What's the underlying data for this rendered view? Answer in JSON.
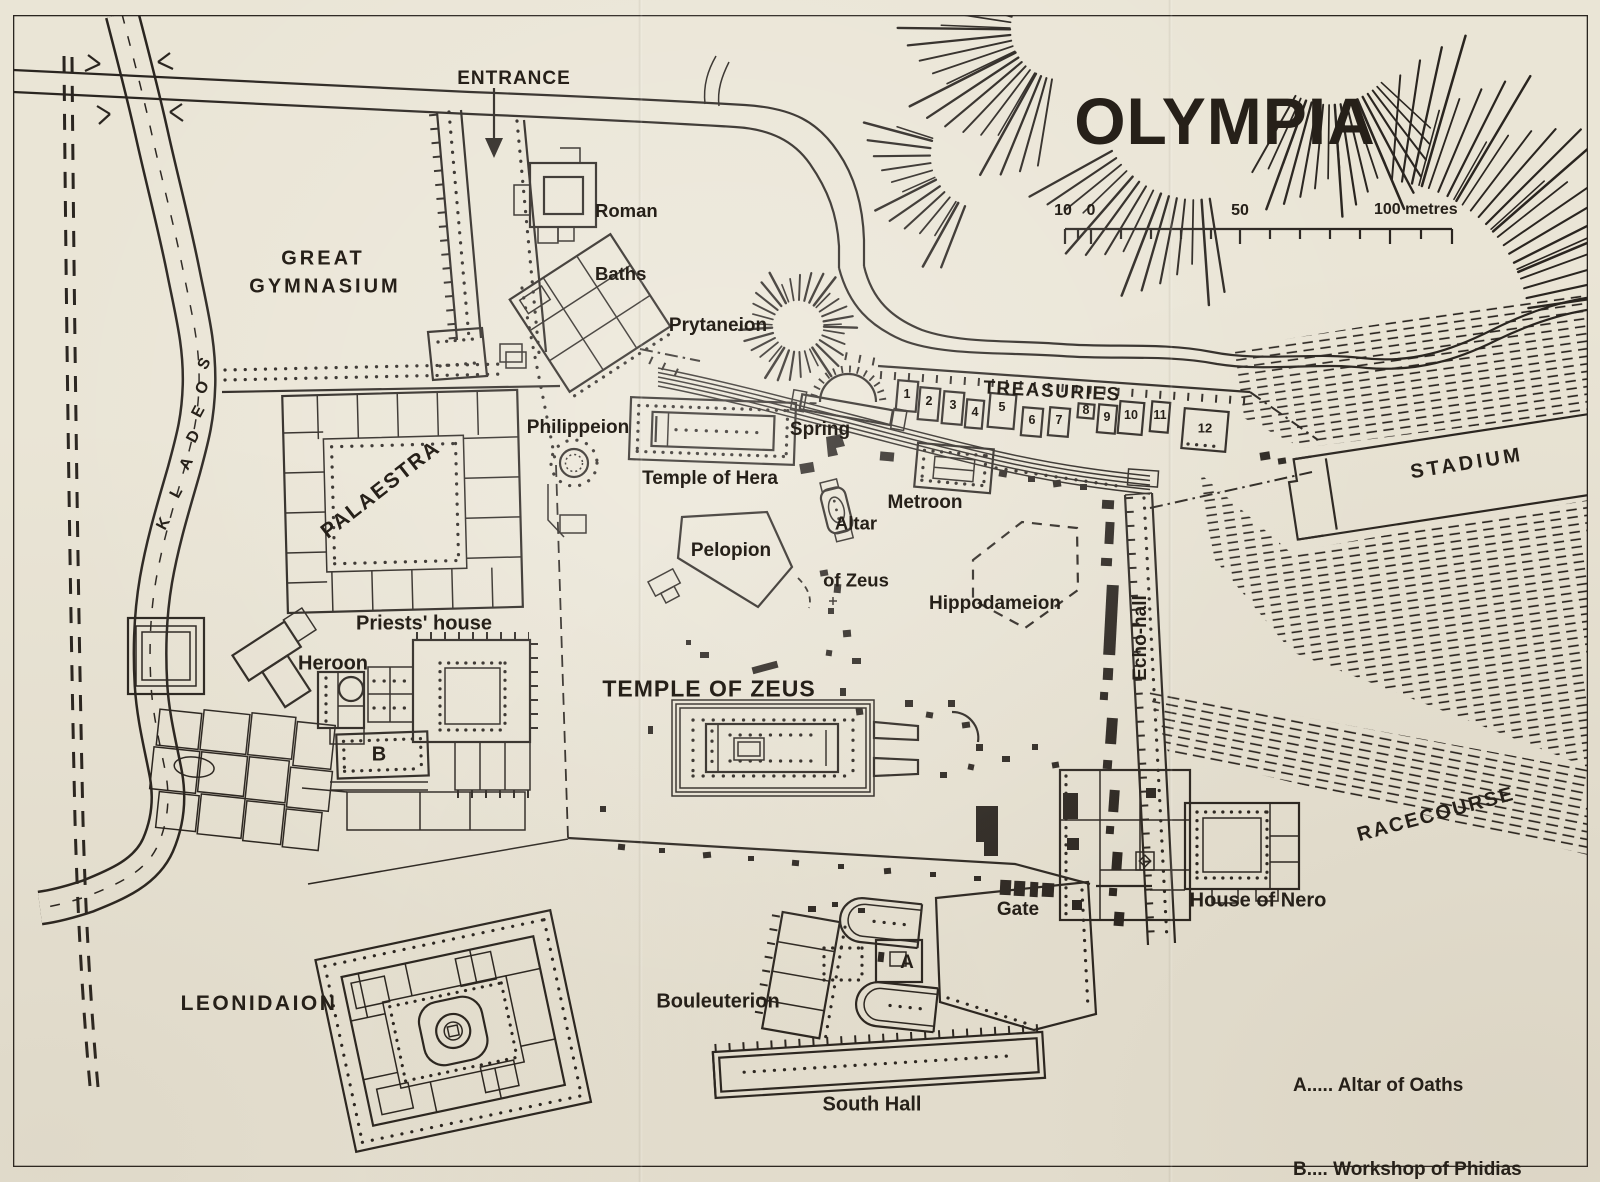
{
  "map": {
    "title": "OLYMPIA",
    "entrance_label": "ENTRANCE",
    "ink_color": "#2a2520",
    "paper_color": "#eae5d6",
    "scale": {
      "t10": "10",
      "t0": "0",
      "t50": "50",
      "t100": "100 metres"
    },
    "legend": {
      "line_a": "A..... Altar of Oaths",
      "line_b": "B.... Workshop of Phidias"
    },
    "river_name_letters": [
      "K",
      "L",
      "A",
      "D",
      "E",
      "O",
      "S"
    ],
    "treasury_numbers": [
      "1",
      "2",
      "3",
      "4",
      "5",
      "6",
      "7",
      "8",
      "9",
      "10",
      "11",
      "12"
    ],
    "labels": {
      "great_gymnasium_1": "GREAT",
      "great_gymnasium_2": "GYMNASIUM",
      "roman_baths_1": "Roman",
      "roman_baths_2": "Baths",
      "prytaneion": "Prytaneion",
      "philippeion": "Philippeion",
      "temple_of_hera": "Temple of Hera",
      "spring": "Spring",
      "treasuries": "TREASURIES",
      "stadium": "STADIUM",
      "metroon": "Metroon",
      "palaestra": "PALAESTRA",
      "pelopion": "Pelopion",
      "altar_of_zeus_1": "Altar",
      "altar_of_zeus_2": "of Zeus",
      "hippodameion": "Hippodameion",
      "echo_hall": "Echo-hall",
      "priests_house": "Priests' house",
      "heroon": "Heroon",
      "workshop_marker": "B",
      "temple_of_zeus": "TEMPLE OF ZEUS",
      "leonidaion": "LEONIDAION",
      "bouleuterion": "Bouleuterion",
      "altar_marker": "A",
      "gate": "Gate",
      "south_hall": "South Hall",
      "house_of_nero": "House of Nero",
      "racecourse": "RACECOURSE"
    }
  }
}
